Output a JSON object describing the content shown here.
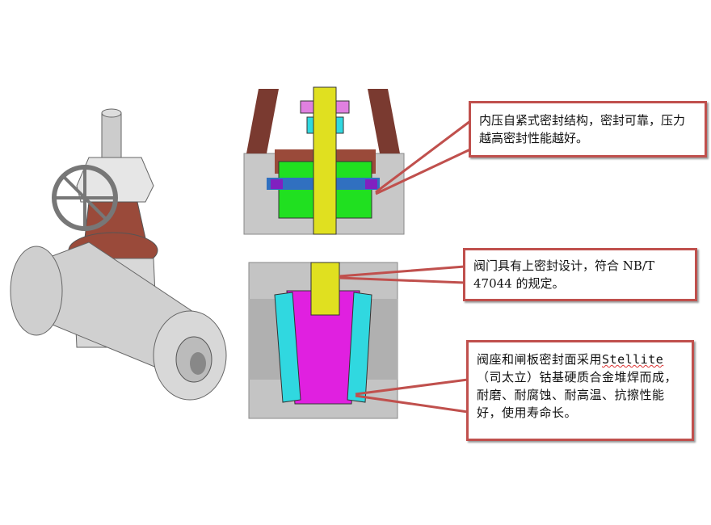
{
  "callouts": [
    {
      "text": "内压自紧式密封结构，密封可靠，压力越高密封性能越好。"
    },
    {
      "text": "阀门具有上密封设计，符合 NB/T 47044 的规定。"
    },
    {
      "text_prefix": "阀座和闸板密封面采用",
      "latin": "Stellite",
      "text_suffix": "（司太立）钴基硬质合金堆焊而成，耐磨、耐腐蚀、耐高温、抗擦性能好，使用寿命长。"
    }
  ],
  "colors": {
    "border": "#c0504d",
    "stem": "#e0e020",
    "gate": "#e020e0",
    "seat": "#30d8e0",
    "bonnet": "#9a4a3a",
    "seal": "#20e020"
  }
}
